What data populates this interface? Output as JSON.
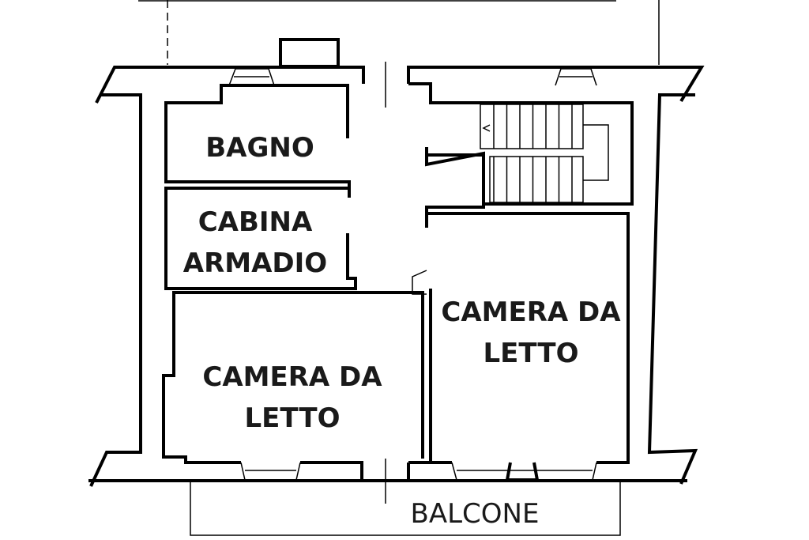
{
  "rooms": {
    "bagno": "BAGNO",
    "cabina_line1": "CABINA",
    "cabina_line2": "ARMADIO",
    "camera_left_line1": "CAMERA DA",
    "camera_left_line2": "LETTO",
    "camera_right_line1": "CAMERA DA",
    "camera_right_line2": "LETTO",
    "balcone": "BALCONE"
  },
  "colors": {
    "ink": "#000000",
    "background": "#ffffff"
  }
}
